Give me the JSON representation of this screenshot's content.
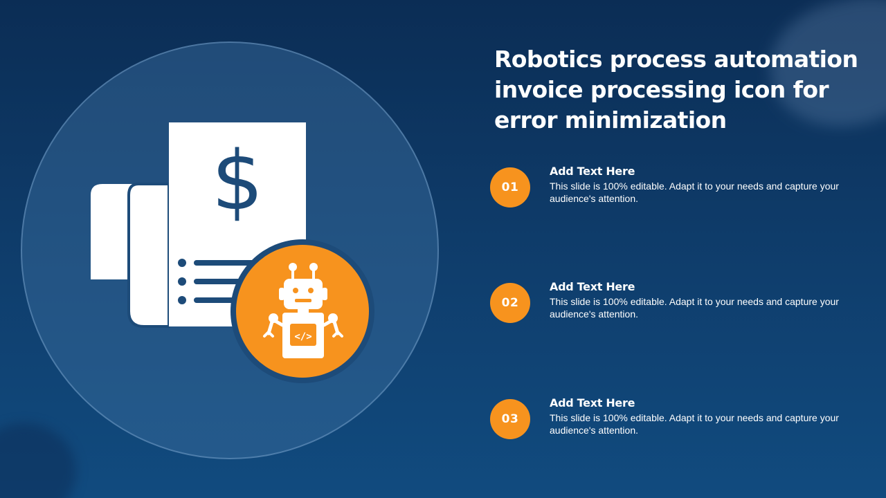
{
  "title": "Robotics process automation invoice processing icon for error minimization",
  "icon": {
    "main": "invoice-dollar-icon",
    "badge": "robot-code-icon",
    "dollar_symbol": "$",
    "code_symbol": "</>"
  },
  "colors": {
    "accent": "#f7931e",
    "background": "#0f3e6d",
    "icon_fill": "#ffffff",
    "icon_stroke": "#1d4b79"
  },
  "steps": [
    {
      "number": "01",
      "heading": "Add Text Here",
      "text": "This slide is 100% editable. Adapt it to your needs and capture your audience's attention."
    },
    {
      "number": "02",
      "heading": "Add Text Here",
      "text": "This slide is 100% editable. Adapt it to your needs and capture your audience's attention."
    },
    {
      "number": "03",
      "heading": "Add Text Here",
      "text": "This slide is 100% editable. Adapt it to your needs and capture your audience's attention."
    }
  ]
}
